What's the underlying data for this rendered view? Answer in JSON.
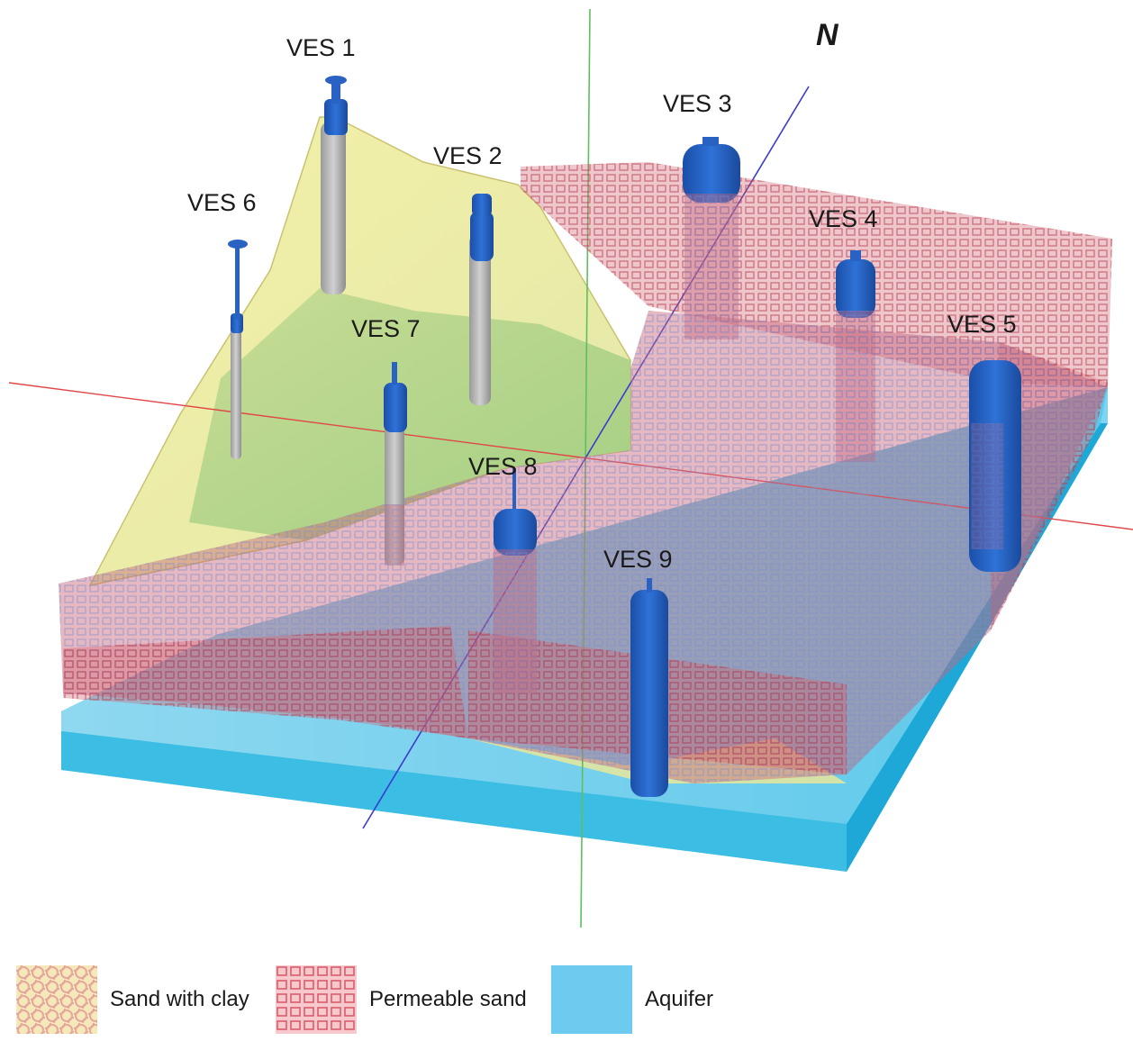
{
  "compass": {
    "label": "N"
  },
  "wells": [
    {
      "id": "ves1",
      "label": "VES 1"
    },
    {
      "id": "ves2",
      "label": "VES 2"
    },
    {
      "id": "ves3",
      "label": "VES 3"
    },
    {
      "id": "ves4",
      "label": "VES 4"
    },
    {
      "id": "ves5",
      "label": "VES 5"
    },
    {
      "id": "ves6",
      "label": "VES 6"
    },
    {
      "id": "ves7",
      "label": "VES 7"
    },
    {
      "id": "ves8",
      "label": "VES 8"
    },
    {
      "id": "ves9",
      "label": "VES 9"
    }
  ],
  "legend": {
    "items": [
      {
        "label": "Sand with clay",
        "color": "#f0d9a8"
      },
      {
        "label": "Permeable sand",
        "color": "#d86a78"
      },
      {
        "label": "Aquifer",
        "color": "#5bc6e8"
      }
    ]
  },
  "colors": {
    "sand_with_clay": "#e8e89a",
    "permeable_sand": "#c95a6a",
    "aquifer": "#35b8e0",
    "well": "#1e5fc4",
    "axis_red": "#e03a3a",
    "axis_green": "#4caf50",
    "axis_blue": "#3a3ad0"
  }
}
